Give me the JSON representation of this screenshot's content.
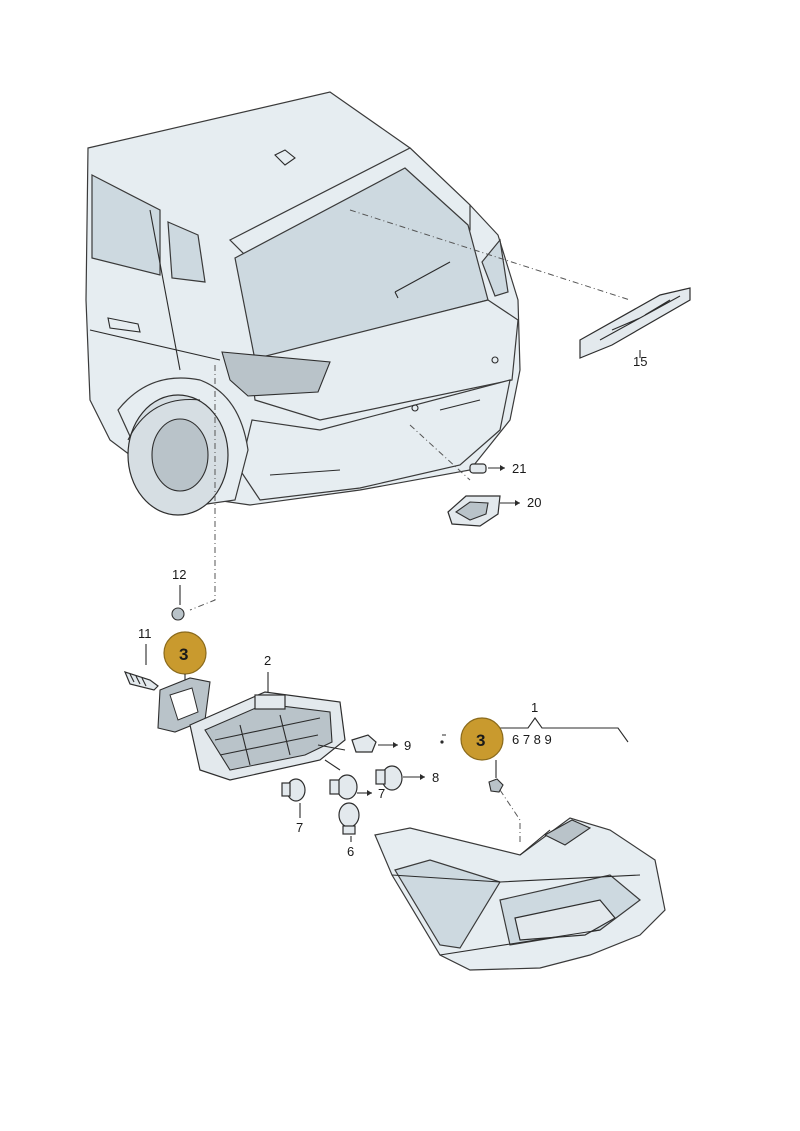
{
  "callouts": {
    "c15": "15",
    "c21": "21",
    "c20": "20",
    "c12": "12",
    "c11": "11",
    "c2": "2",
    "c1": "1",
    "c6789": "6 7 8 9",
    "c9": "9",
    "c8": "8",
    "c7a": "7",
    "c7b": "7",
    "c6": "6"
  },
  "badges": {
    "left": "3",
    "right": "3"
  },
  "colors": {
    "badge_fill": "#c99a2e",
    "badge_stroke": "#8a6a1c",
    "body": "#e6edf1",
    "glass": "#cdd9e0"
  }
}
